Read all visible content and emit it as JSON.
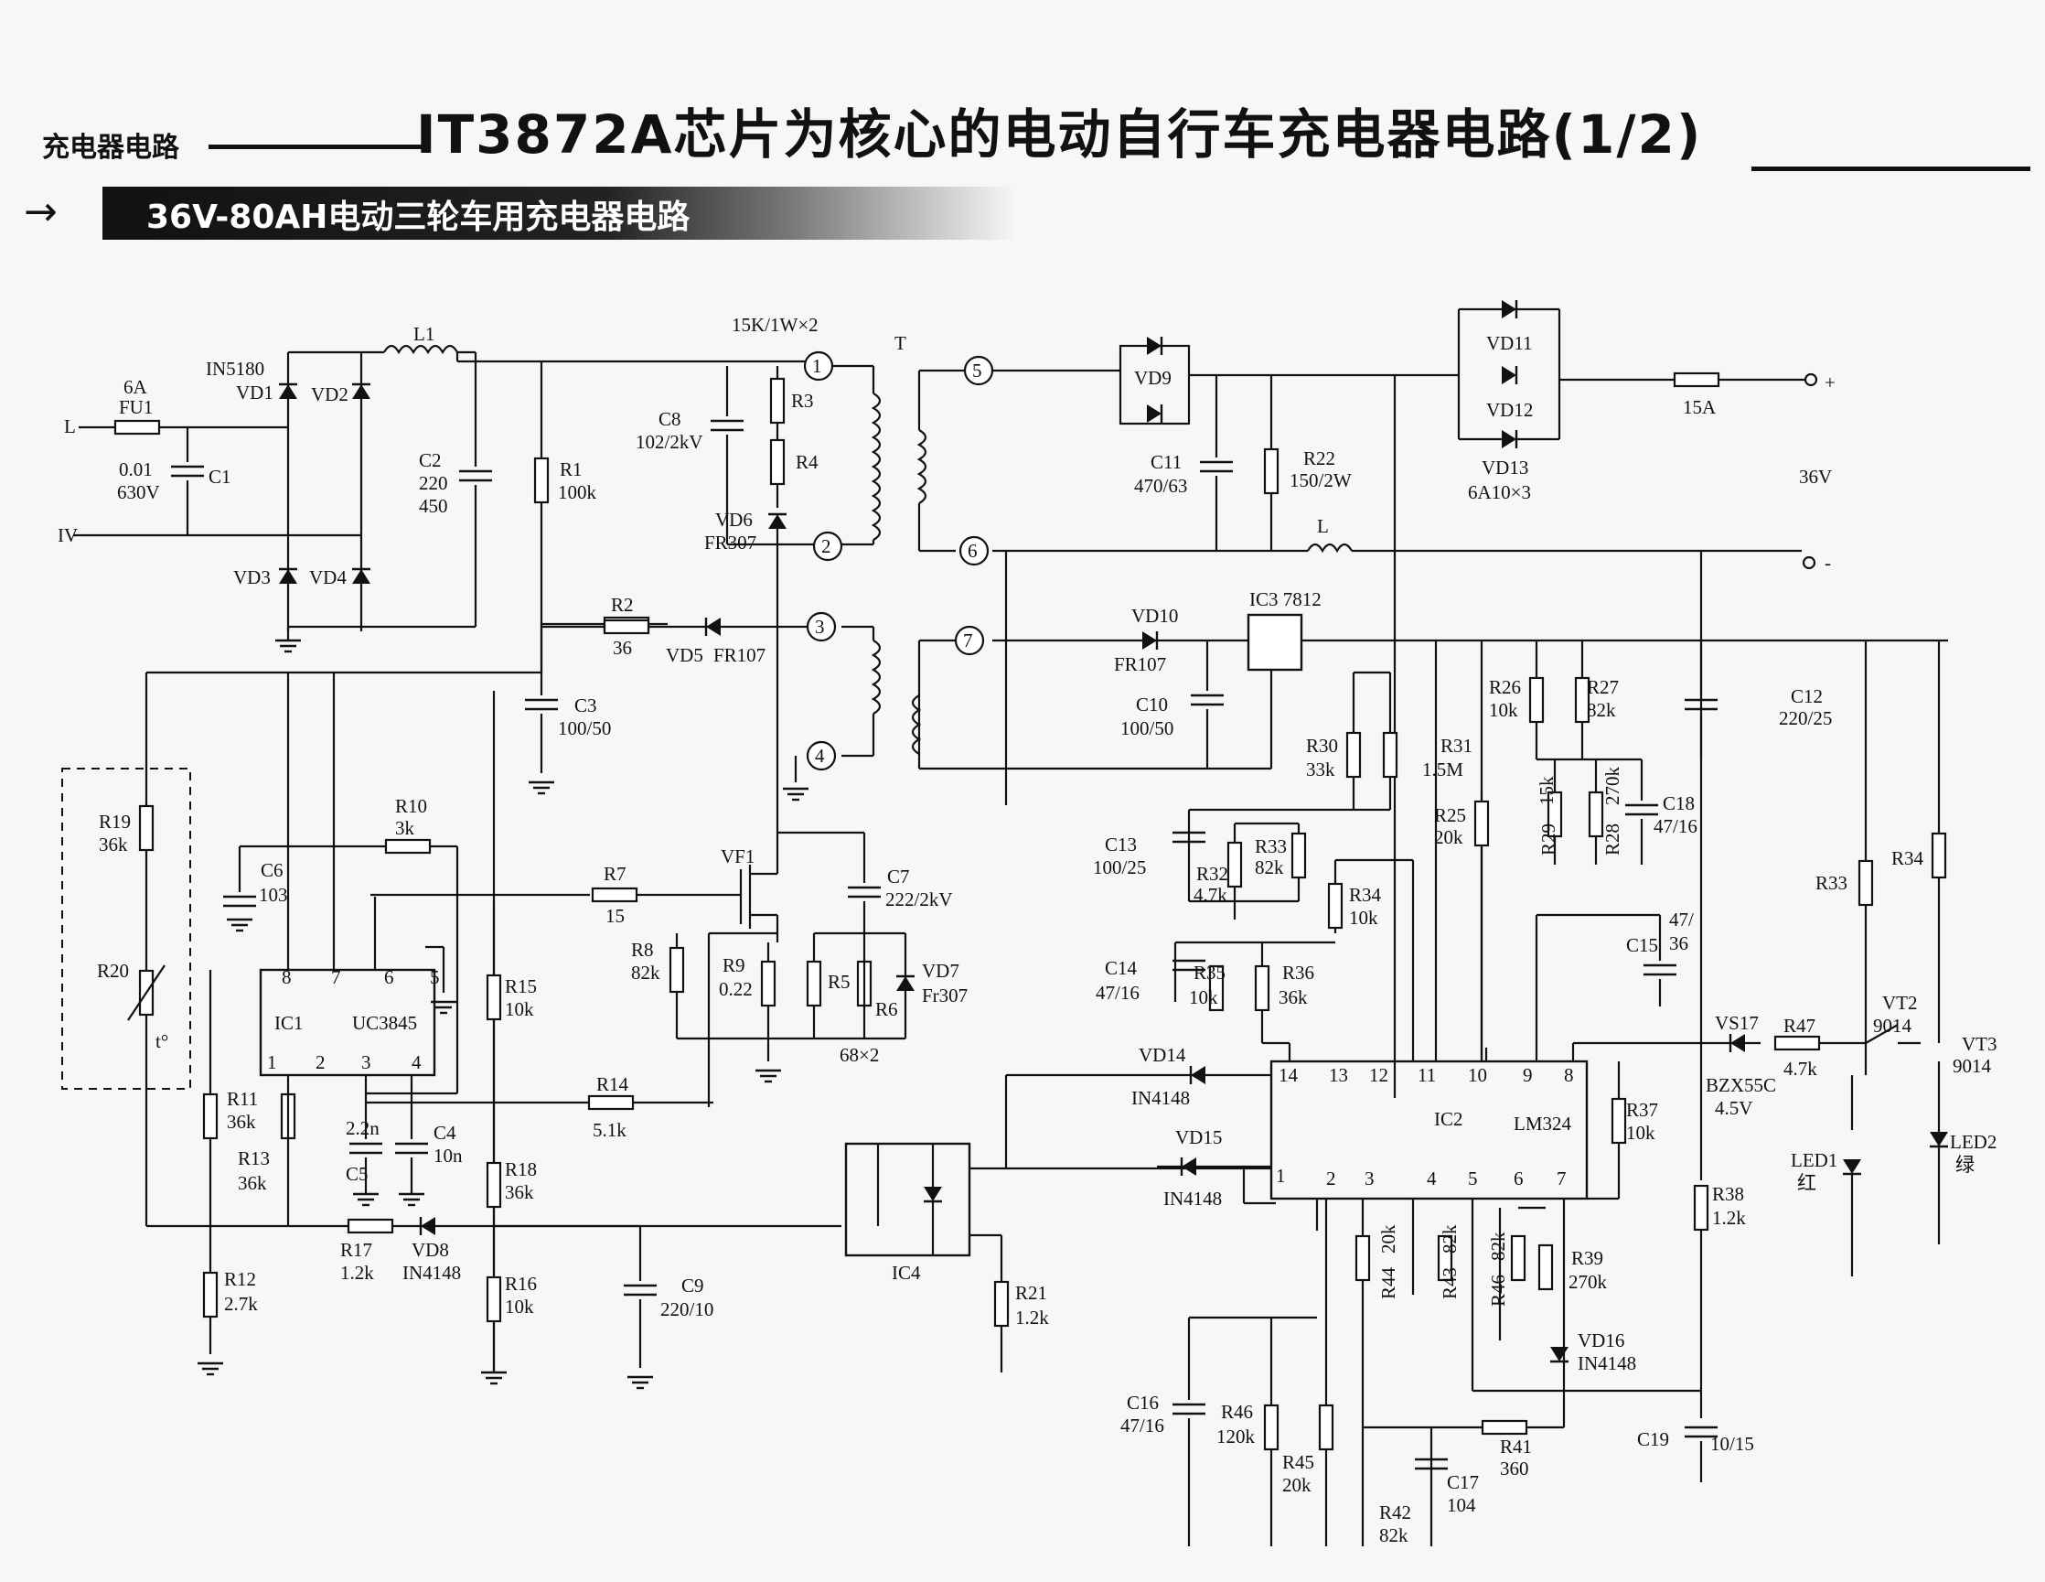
{
  "header": {
    "section_label": "充电器电路",
    "title": "IT3872A芯片为核心的电动自行车充电器电路(1/2)",
    "subtitle": "36V-80AH电动三轮车用充电器电路"
  },
  "labels": {
    "L": "L",
    "IV": "IV",
    "fuse_rating": "6A",
    "FU1": "FU1",
    "C1": "C1",
    "C1_val1": "0.01",
    "C1_val2": "630V",
    "IN5180": "IN5180",
    "VD1": "VD1",
    "VD2": "VD2",
    "VD3": "VD3",
    "VD4": "VD4",
    "L1": "L1",
    "C2": "C2",
    "C2_v1": "220",
    "C2_v2": "450",
    "R1": "R1",
    "R1_val": "100k",
    "R3R4_val": "15K/1W×2",
    "R3": "R3",
    "R4": "R4",
    "C8": "C8",
    "C8_val": "102/2kV",
    "VD6": "VD6",
    "VD6_val": "FR307",
    "T": "T",
    "n1": "1",
    "n2": "2",
    "n3": "3",
    "n4": "4",
    "n5": "5",
    "n6": "6",
    "n7": "7",
    "R2": "R2",
    "R2_val": "36",
    "VD5": "VD5",
    "VD5_val": "FR107",
    "C3": "C3",
    "C3_val": "100/50",
    "R19": "R19",
    "R19_val": "36k",
    "R20": "R20",
    "t_sym": "t°",
    "R10": "R10",
    "R10_val": "3k",
    "C6": "C6",
    "C6_val": "103",
    "R7": "R7",
    "R7_val": "15",
    "VF1": "VF1",
    "C7": "C7",
    "C7_val": "222/2kV",
    "R8": "R8",
    "R8_val": "82k",
    "R9": "R9",
    "R9_val": "0.22",
    "R5": "R5",
    "R6": "R6",
    "R5R6_val": "68×2",
    "VD7": "VD7",
    "VD7_val": "Fr307",
    "IC1": "IC1",
    "UC3845": "UC3845",
    "R15": "R15",
    "R15_val": "10k",
    "R11": "R11",
    "R11_val": "36k",
    "R13": "R13",
    "R13_val": "36k",
    "C5": "C5",
    "C5_val": "2.2n",
    "C4": "C4",
    "C4_val": "10n",
    "R14": "R14",
    "R14_val": "5.1k",
    "R18": "R18",
    "R18_val": "36k",
    "R17": "R17",
    "R17_val": "1.2k",
    "VD8": "VD8",
    "VD8_val": "IN4148",
    "R12": "R12",
    "R12_val": "2.7k",
    "R16": "R16",
    "R16_val": "10k",
    "C9": "C9",
    "C9_val": "220/10",
    "IC4": "IC4",
    "R21": "R21",
    "R21_val": "1.2k",
    "VD9": "VD9",
    "C11": "C11",
    "C11_val": "470/63",
    "R22": "R22",
    "R22_val": "150/2W",
    "VD11": "VD11",
    "VD12": "VD12",
    "VD13": "VD13",
    "VD13_val": "6A10×3",
    "fuse2": "15A",
    "plus": "+",
    "minus": "-",
    "out_v": "36V",
    "LN": "L",
    "VD10": "VD10",
    "VD10_val": "FR107",
    "IC3": "IC3  7812",
    "C10": "C10",
    "C10_val": "100/50",
    "R26": "R26",
    "R26_val": "10k",
    "R27": "R27",
    "R27_val": "82k",
    "C12": "C12",
    "C12_val": "220/25",
    "R30": "R30",
    "R30_val": "33k",
    "R31": "R31",
    "R31_val": "1.5M",
    "R25": "R25",
    "R25_val": "20k",
    "R29": "R29",
    "R29_val": "15k",
    "R28": "R28",
    "R28_val": "270k",
    "C18": "C18",
    "C18_val": "47/16",
    "C13": "C13",
    "C13_val": "100/25",
    "R32": "R32",
    "R32_val": "4.7k",
    "R33a": "R33",
    "R33a_val": "82k",
    "R34a": "R34",
    "R34a_val": "10k",
    "C15": "C15",
    "C15_val1": "47/",
    "C15_val2": "36",
    "R33b": "R33",
    "R34b": "R34",
    "C14": "C14",
    "C14_val": "47/16",
    "R35": "R35",
    "R35_val": "10k",
    "R36": "R36",
    "R36_val": "36k",
    "VD14": "VD14",
    "VD14_val": "IN4148",
    "VD15": "VD15",
    "VD15_val": "IN4148",
    "IC2": "IC2",
    "LM324": "LM324",
    "p14": "14",
    "p13": "13",
    "p12": "12",
    "p11": "11",
    "p10": "10",
    "p9": "9",
    "p8": "8",
    "p1": "1",
    "p2": "2",
    "p3": "3",
    "p4": "4",
    "p5": "5",
    "p6": "6",
    "p7": "7",
    "VS17": "VS17",
    "VS17_val1": "BZX55C",
    "VS17_val2": "4.5V",
    "R47": "R47",
    "R47_val": "4.7k",
    "VT2": "VT2",
    "VT2_val": "9014",
    "VT3": "VT3",
    "VT3_val": "9014",
    "LED1": "LED1",
    "LED1_c": "红",
    "LED2": "LED2",
    "LED2_c": "绿",
    "R37": "R37",
    "R37_val": "10k",
    "R38": "R38",
    "R38_val": "1.2k",
    "R44": "R44",
    "R44_val": "20k",
    "R43": "R43",
    "R43_val": "82k",
    "R46b": "R46",
    "R46b_val": "82k",
    "R39": "R39",
    "R39_val": "270k",
    "VD16": "VD16",
    "VD16_val": "IN4148",
    "C16": "C16",
    "C16_val": "47/16",
    "R46": "R46",
    "R46_val": "120k",
    "R45": "R45",
    "R45_val": "20k",
    "R41": "R41",
    "R41_val": "360",
    "C17": "C17",
    "C17_val": "104",
    "R42": "R42",
    "R42_val": "82k",
    "C19": "C19",
    "C19_val": "10/15",
    "ic1_p1": "1",
    "ic1_p2": "2",
    "ic1_p3": "3",
    "ic1_p4": "4",
    "ic1_p5": "5",
    "ic1_p6": "6",
    "ic1_p7": "7",
    "ic1_p8": "8"
  }
}
